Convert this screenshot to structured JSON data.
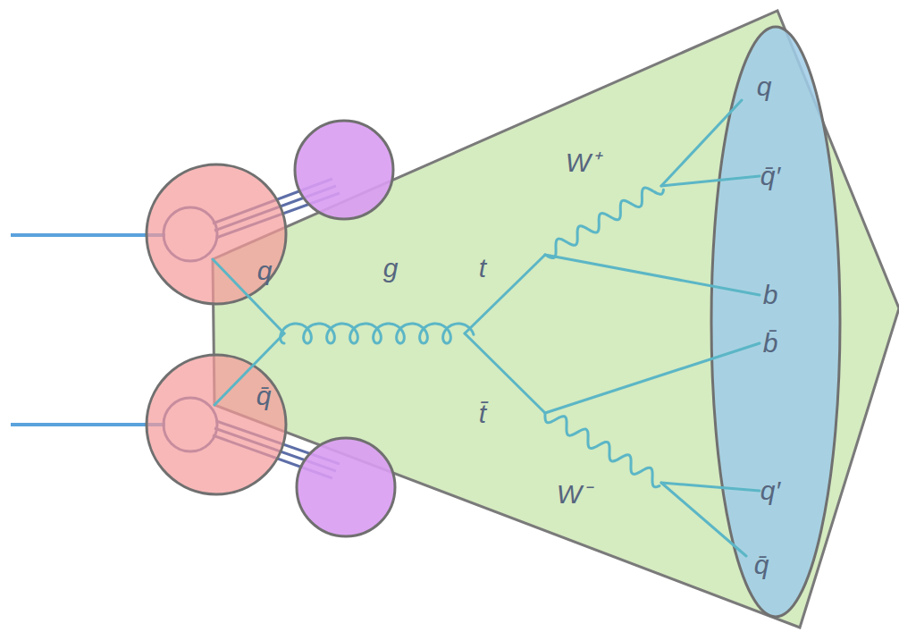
{
  "diagram": {
    "labels": [
      "q",
      "q̄",
      "g",
      "t",
      "t̄",
      "W⁺",
      "W⁻",
      "q",
      "q̄′",
      "b",
      "b̄",
      "q′",
      "q̄"
    ]
  }
}
